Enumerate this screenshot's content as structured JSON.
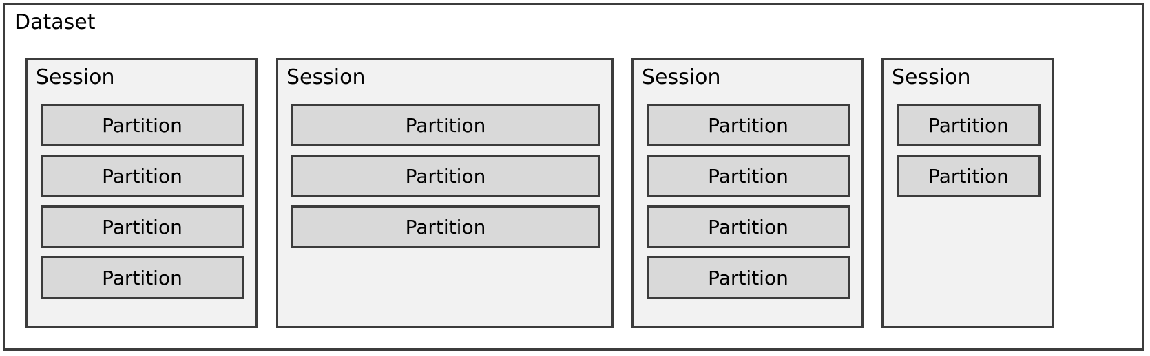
{
  "dataset": {
    "title": "Dataset",
    "sessions": [
      {
        "title": "Session",
        "partitions": [
          "Partition",
          "Partition",
          "Partition",
          "Partition"
        ]
      },
      {
        "title": "Session",
        "partitions": [
          "Partition",
          "Partition",
          "Partition"
        ]
      },
      {
        "title": "Session",
        "partitions": [
          "Partition",
          "Partition",
          "Partition",
          "Partition"
        ]
      },
      {
        "title": "Session",
        "partitions": [
          "Partition",
          "Partition"
        ]
      }
    ]
  },
  "colors": {
    "border": "#3c3c3c",
    "session_fill": "#f2f2f2",
    "partition_fill": "#d9d9d9"
  }
}
